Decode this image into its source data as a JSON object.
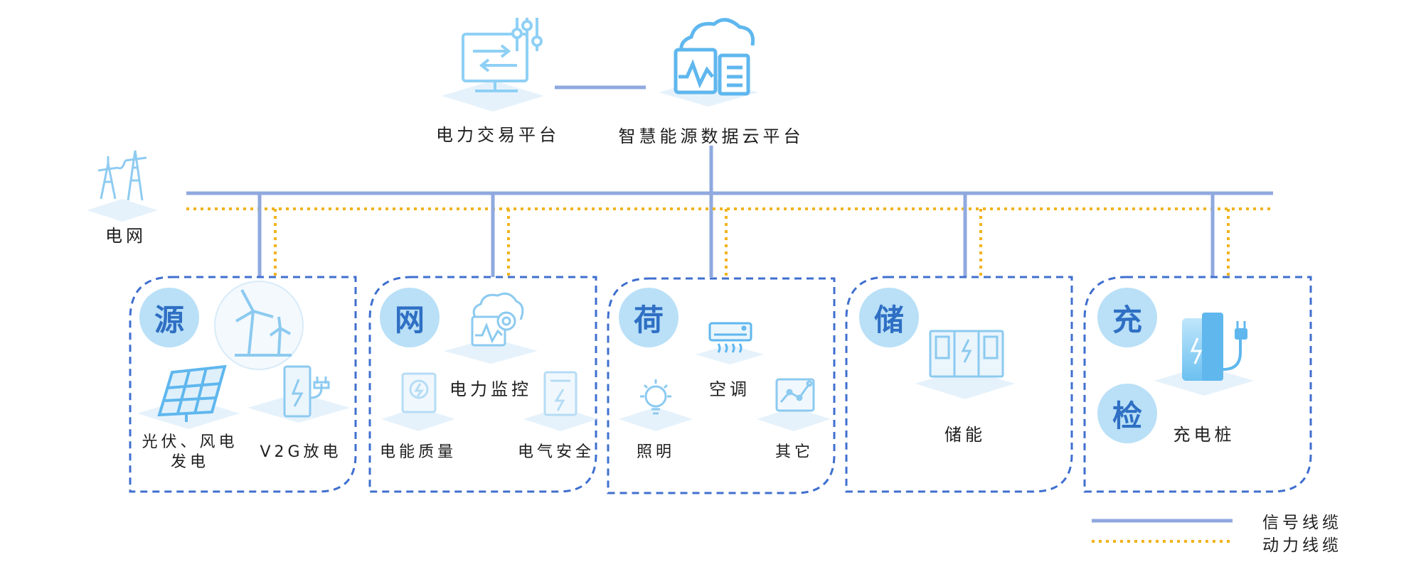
{
  "platforms": {
    "trading": "电力交易平台",
    "cloud": "智慧能源数据云平台"
  },
  "grid": {
    "label": "电网"
  },
  "groups": [
    {
      "badge": "源",
      "labels": [
        "光伏、风电",
        "发电",
        "V2G放电"
      ]
    },
    {
      "badge": "网",
      "labels": [
        "电力监控",
        "电能质量",
        "电气安全"
      ]
    },
    {
      "badge": "荷",
      "labels": [
        "空调",
        "照明",
        "其它"
      ]
    },
    {
      "badge": "储",
      "labels": [
        "储能"
      ]
    },
    {
      "badges": [
        "充",
        "检"
      ],
      "labels": [
        "充电桩"
      ]
    }
  ],
  "legend": {
    "signal": "信号线缆",
    "power": "动力线缆",
    "signal_color": "#8fa9df",
    "power_color": "#f2b31c"
  },
  "colors": {
    "accent": "#2f6fc4",
    "icon_blue": "#5fb7ee",
    "badge_bg": "#b9e0f7",
    "box_border": "#3f6fcf"
  }
}
